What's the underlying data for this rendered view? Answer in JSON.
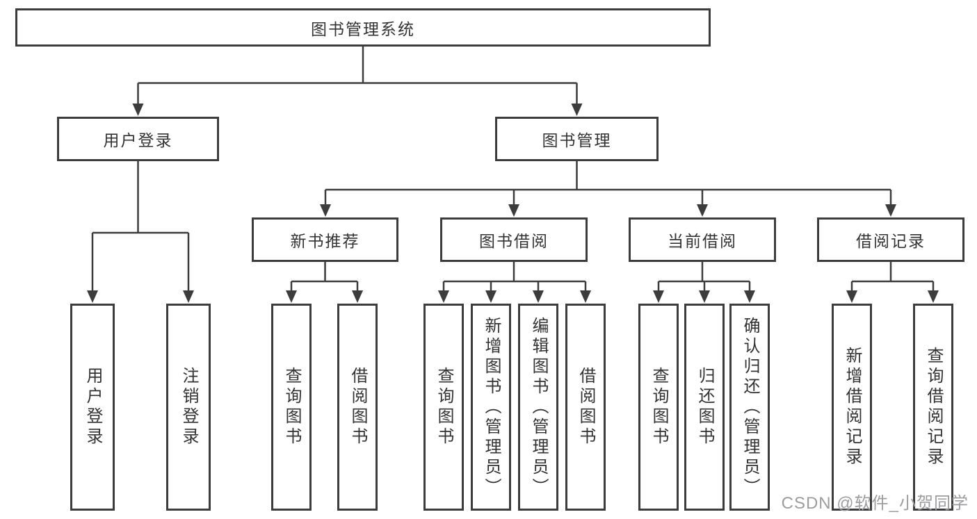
{
  "diagram": {
    "root": {
      "label": "图书管理系统"
    },
    "branches": [
      {
        "label": "用户登录",
        "leaves": [
          {
            "label": "用户登录"
          },
          {
            "label": "注销登录"
          }
        ]
      },
      {
        "label": "图书管理",
        "groups": [
          {
            "label": "新书推荐",
            "leaves": [
              {
                "label": "查询图书"
              },
              {
                "label": "借阅图书"
              }
            ]
          },
          {
            "label": "图书借阅",
            "leaves": [
              {
                "label": "查询图书"
              },
              {
                "label": "新增图书（管理员）"
              },
              {
                "label": "编辑图书（管理员）"
              },
              {
                "label": "借阅图书"
              }
            ]
          },
          {
            "label": "当前借阅",
            "leaves": [
              {
                "label": "查询图书"
              },
              {
                "label": "归还图书"
              },
              {
                "label": "确认归还（管理员）"
              }
            ]
          },
          {
            "label": "借阅记录",
            "leaves": [
              {
                "label": "新增借阅记录"
              },
              {
                "label": "查询借阅记录"
              }
            ]
          }
        ]
      }
    ]
  },
  "watermark": {
    "text": "CSDN @软件_小贺同学"
  },
  "colors": {
    "line": "#3c3c3c",
    "box_border": "#3c3c3c",
    "text": "#333333",
    "background": "#ffffff",
    "watermark": "#9d9da1"
  }
}
